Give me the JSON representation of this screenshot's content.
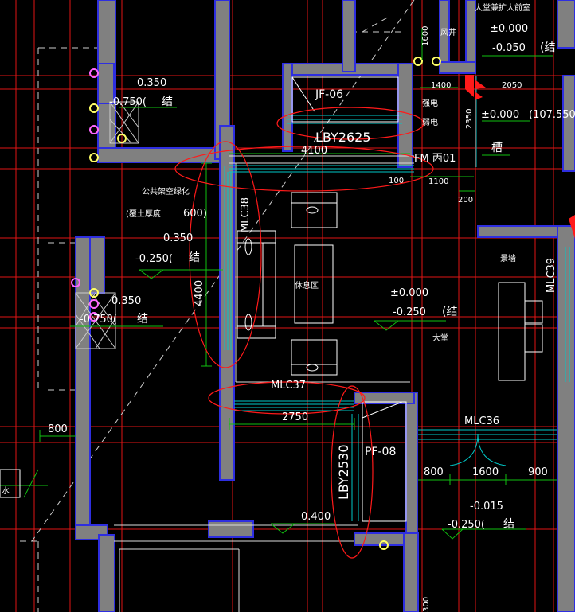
{
  "colors": {
    "background": "#000000",
    "wall": "#808080",
    "wall_edge": "#2e2ee0",
    "axis": "#e01515",
    "dim": "#10c010",
    "window": "#00c8c8",
    "text": "#ffffff",
    "highlight": "#ff1a1a",
    "furniture": "#ffffff",
    "label_yellow": "#ffff66"
  },
  "texts": {
    "t_0350_a": "0.350",
    "t_m0750_a": "-0.750(",
    "t_jie_a": "结",
    "t_jf06": "JF-06",
    "t_lby2625": "LBY2625",
    "t_4100": "4100",
    "t_fm": "FM 丙01",
    "t_1400": "1400",
    "t_qiangdian": "强电",
    "t_ruodian": "弱电",
    "t_2350": "2350",
    "t_1600": "1600",
    "t_fengjing": "风井",
    "t_dating_top": "大堂兼扩大前室",
    "t_pm000_a": "±0.000",
    "t_m0050": "-0.050",
    "t_jie_b": "(结",
    "t_2050": "2050",
    "t_pm000_b": "±0.000",
    "t_107550": "(107.550)",
    "t_cao": "槽",
    "t_100": "100",
    "t_1100": "1100",
    "t_200": "200",
    "t_gonggong": "公共架空绿化",
    "t_fuqu": "(覆土厚度",
    "t_600": "600)",
    "t_0350_b": "0.350",
    "t_m0250_a": "-0.250(",
    "t_jie_c": "结",
    "t_mlc38": "MLC38",
    "t_4400": "4400",
    "t_xiuxi": "休息区",
    "t_0350_c": "0.350",
    "t_m0750_b": "-0.750(",
    "t_jie_d": "结",
    "t_jingqiang": "景墙",
    "t_mlc39": "MLC39",
    "t_pm000_c": "±0.000",
    "t_m0250_b": "-0.250",
    "t_jie_e": "(结",
    "t_datang": "大堂",
    "t_mlc37": "MLC37",
    "t_2750": "2750",
    "t_mlc36": "MLC36",
    "t_800_a": "800",
    "t_pf08": "PF-08",
    "t_lby2530": "LBY2530",
    "t_800_b": "800",
    "t_1600_b": "1600",
    "t_900": "900",
    "t_m0015": "-0.015",
    "t_m0250_c": "-0.250(",
    "t_jie_f": "结",
    "t_0400": "0.400",
    "t_shui": "水",
    "t_300": "300"
  }
}
